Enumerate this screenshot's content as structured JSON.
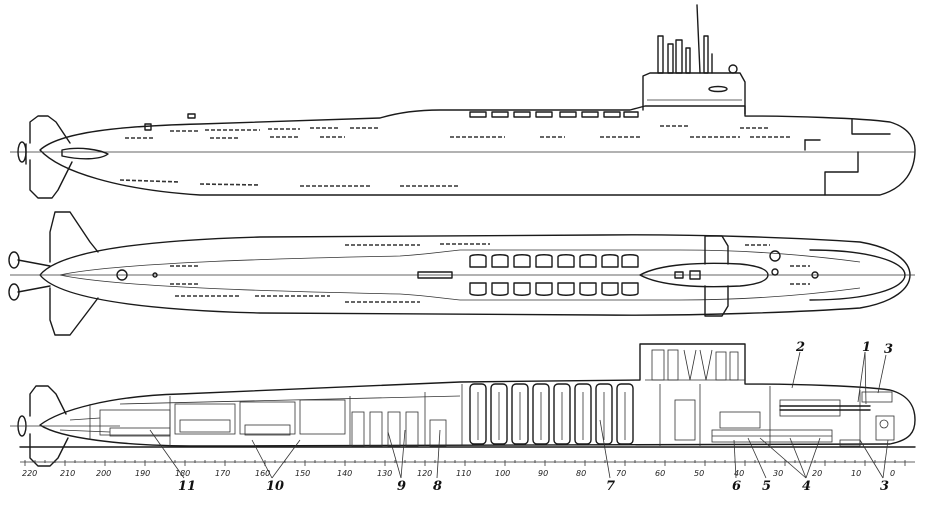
{
  "views": [
    "side-elevation",
    "plan-view",
    "longitudinal-section"
  ],
  "frame_scale": [
    "220",
    "210",
    "200",
    "190",
    "180",
    "170",
    "160",
    "150",
    "140",
    "130",
    "120",
    "110",
    "100",
    "90",
    "80",
    "70",
    "60",
    "50",
    "40",
    "30",
    "20",
    "10",
    "0"
  ],
  "callouts": [
    "1",
    "2",
    "3",
    "3",
    "4",
    "5",
    "6",
    "7",
    "8",
    "9",
    "10",
    "11"
  ]
}
